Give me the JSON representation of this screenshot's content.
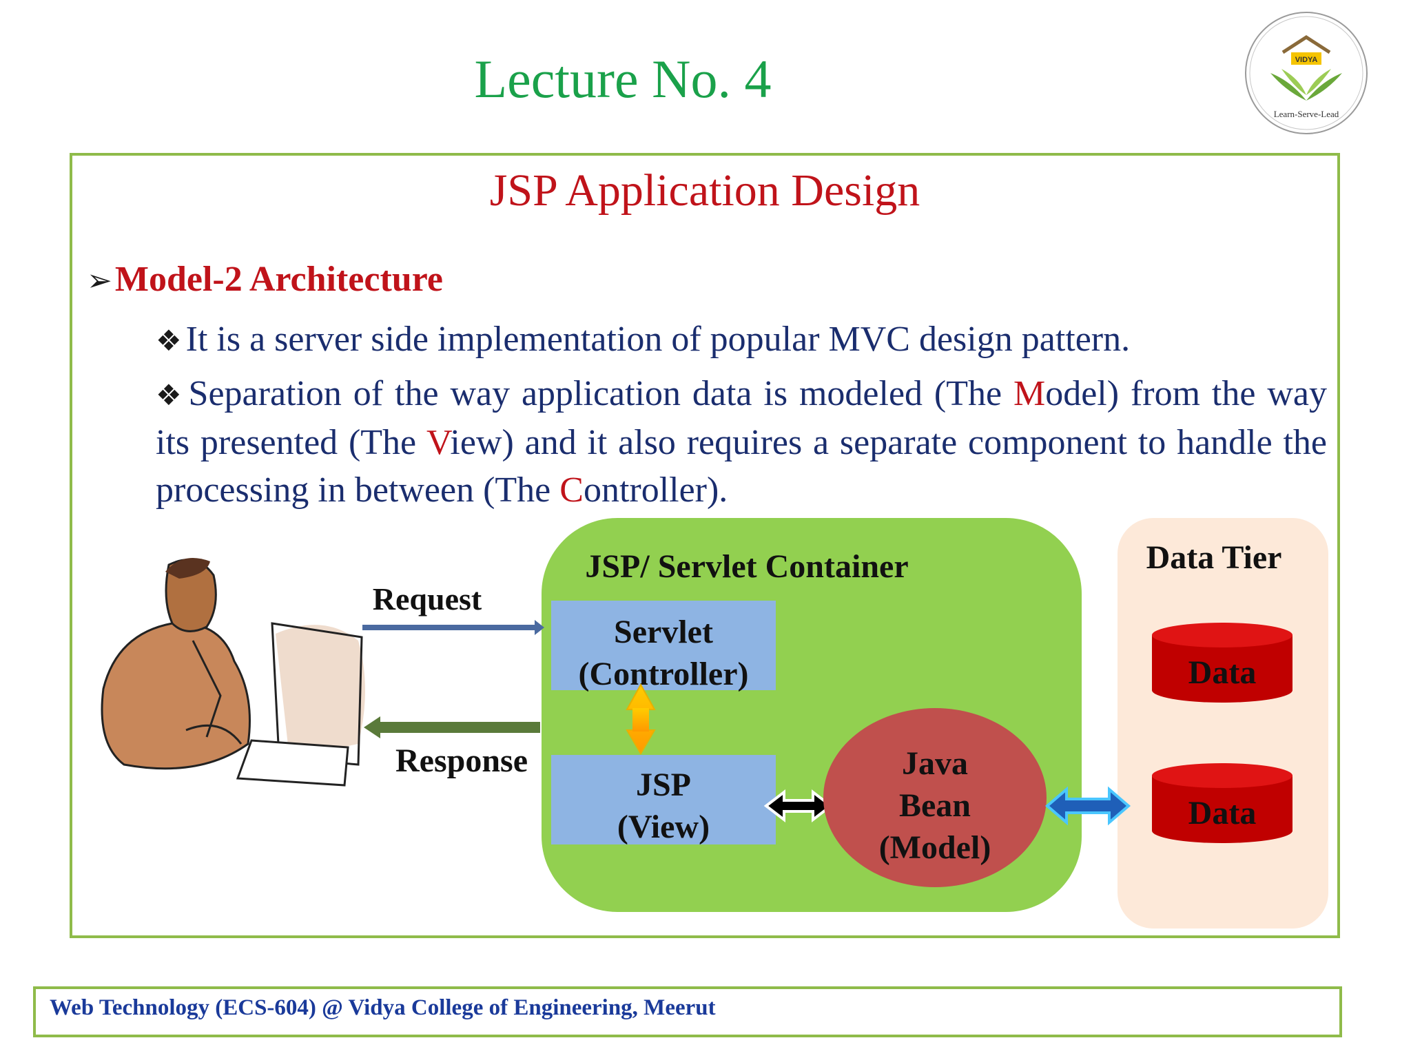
{
  "header": {
    "lecture_title": "Lecture No. 4",
    "logo": {
      "top_text": "VIDYA",
      "tagline": "Learn-Serve-Lead"
    }
  },
  "slide": {
    "heading": "JSP Application Design",
    "section_title": "Model-2 Architecture",
    "bullets": [
      {
        "text": "It is a server side implementation of popular MVC design pattern."
      },
      {
        "part1": "Separation of the way application data is modeled (The ",
        "m": "M",
        "part2": "odel) from the way its presented (The ",
        "v": "V",
        "part3": "iew) and it also requires a separate component to handle the processing in between (The ",
        "c": "C",
        "part4": "ontroller)."
      }
    ]
  },
  "diagram": {
    "request_label": "Request",
    "response_label": "Response",
    "container_title": "JSP/ Servlet Container",
    "servlet": {
      "line1": "Servlet",
      "line2": "(Controller)"
    },
    "jsp": {
      "line1": "JSP",
      "line2": "(View)"
    },
    "bean": {
      "line1": "Java",
      "line2": "Bean",
      "line3": "(Model)"
    },
    "data_tier_title": "Data Tier",
    "data_store_1": "Data",
    "data_store_2": "Data"
  },
  "footer": {
    "text": "Web Technology (ECS-604) @ Vidya College of Engineering, Meerut"
  },
  "colors": {
    "lecture_title": "#1aa14a",
    "accent_red": "#c0131a",
    "body_text": "#1a2d6e",
    "frame_green": "#8fbb4a",
    "container_green": "#92d050",
    "box_blue": "#8eb4e3",
    "bean_red": "#c0504d",
    "data_red": "#c00000",
    "data_tier_bg": "#fde9d9",
    "footer_text": "#1a3a9a"
  }
}
